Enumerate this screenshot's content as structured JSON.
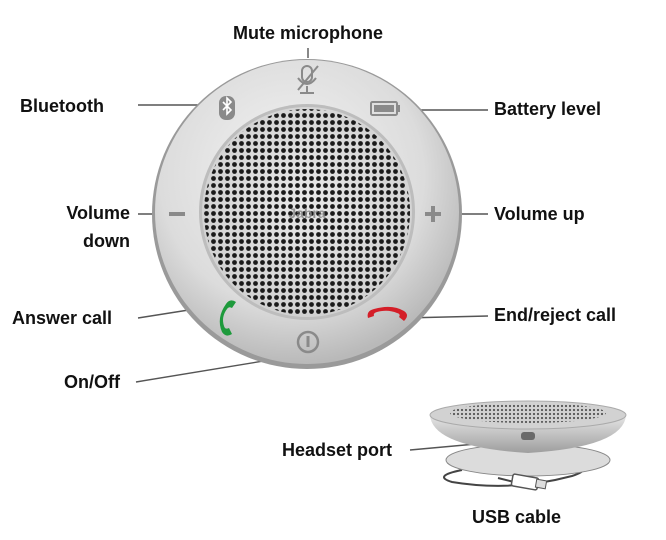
{
  "diagram": {
    "labels": {
      "mute": "Mute microphone",
      "bluetooth": "Bluetooth",
      "battery": "Battery level",
      "volume_down_1": "Volume",
      "volume_down_2": "down",
      "volume_up": "Volume up",
      "answer": "Answer call",
      "end": "End/reject call",
      "onoff": "On/Off",
      "headset_port": "Headset port",
      "usb": "USB cable"
    },
    "brand_text": "Jabra",
    "colors": {
      "answer": "#1e9a3c",
      "end": "#d41e28",
      "body": "#d8d8d8",
      "grille": "#1a1a1a",
      "icons": "#8a8a8a"
    },
    "icons": [
      "mic-mute-icon",
      "bluetooth-icon",
      "battery-icon",
      "minus-icon",
      "plus-icon",
      "phone-answer-icon",
      "phone-end-icon",
      "power-icon"
    ]
  }
}
